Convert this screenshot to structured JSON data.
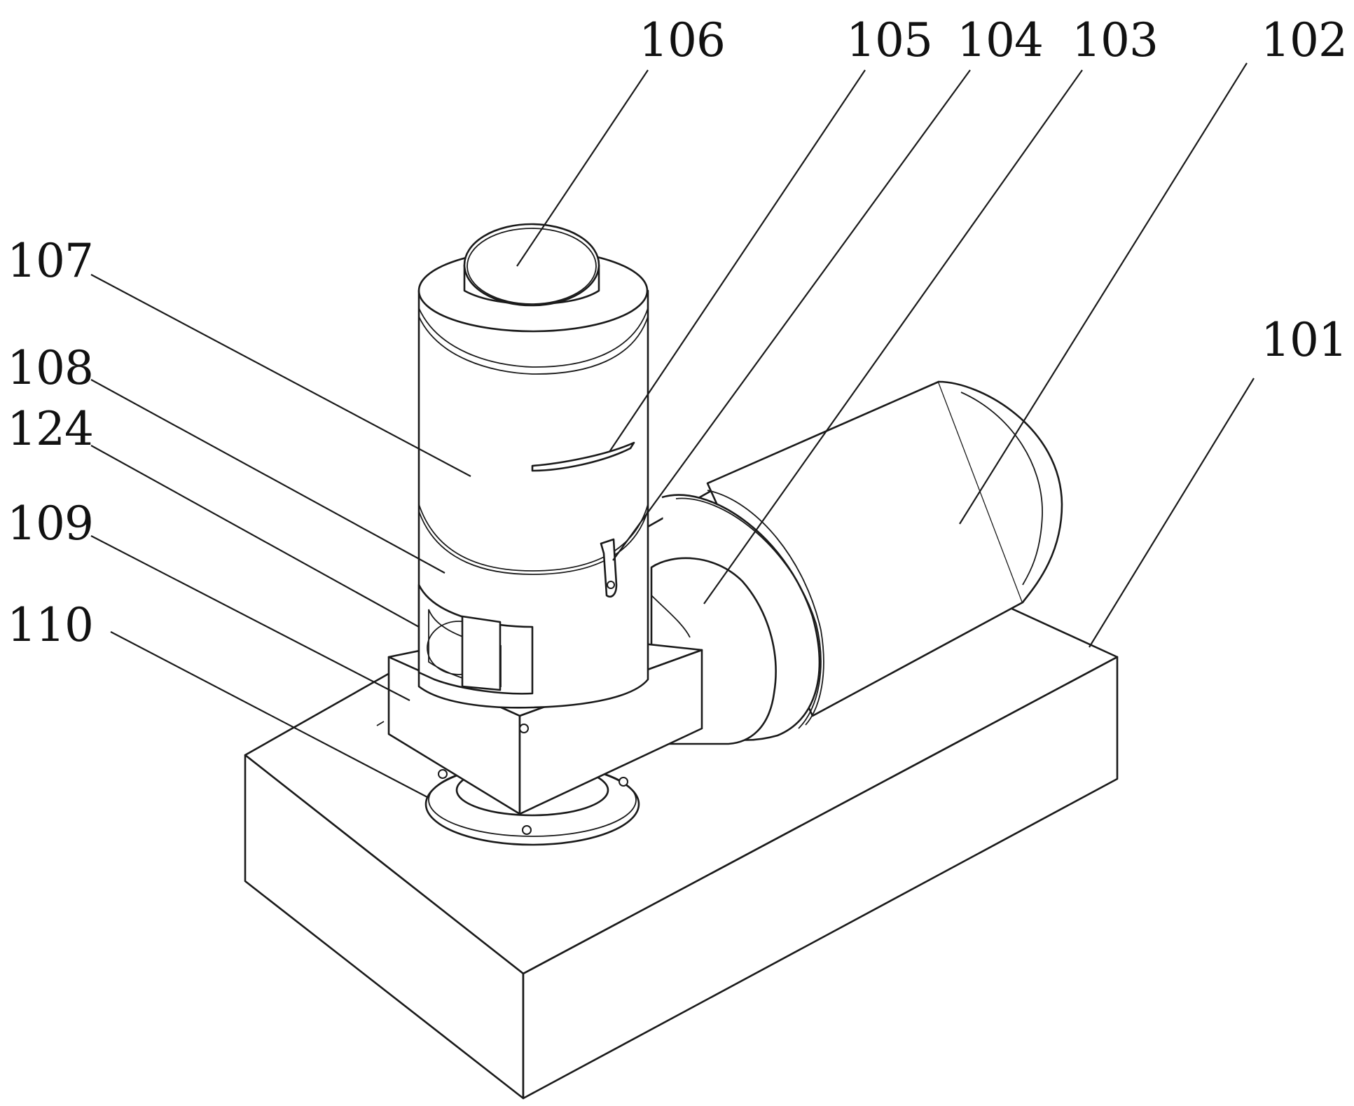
{
  "callouts": [
    {
      "id": "101",
      "text": "101"
    },
    {
      "id": "102",
      "text": "102"
    },
    {
      "id": "103",
      "text": "103"
    },
    {
      "id": "104",
      "text": "104"
    },
    {
      "id": "105",
      "text": "105"
    },
    {
      "id": "106",
      "text": "106"
    },
    {
      "id": "107",
      "text": "107"
    },
    {
      "id": "108",
      "text": "108"
    },
    {
      "id": "124",
      "text": "124"
    },
    {
      "id": "109",
      "text": "109"
    },
    {
      "id": "110",
      "text": "110"
    }
  ]
}
